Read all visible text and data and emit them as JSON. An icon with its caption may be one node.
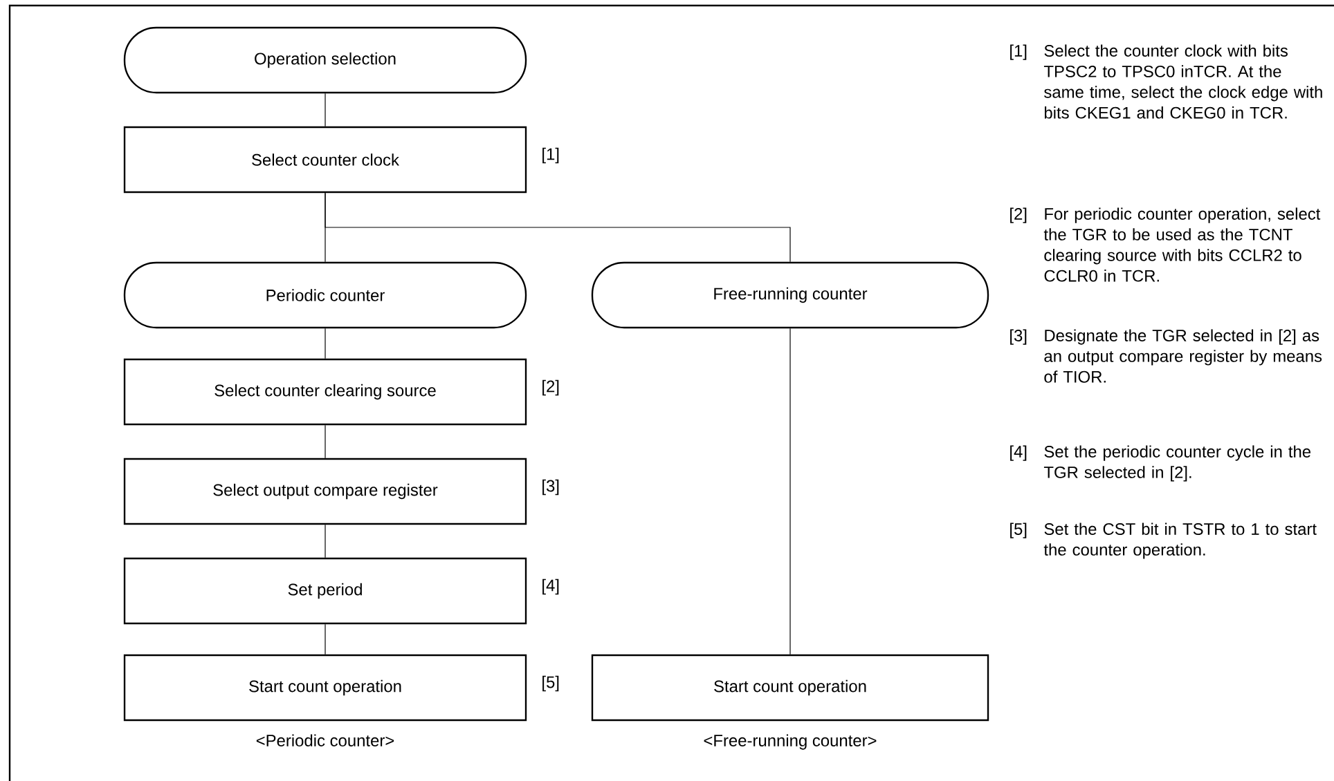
{
  "diagram": {
    "nodes": [
      {
        "text": [
          "Operation selection"
        ]
      },
      {
        "text": [
          "Select counter clock"
        ],
        "beside": [
          "[1]"
        ]
      },
      {
        "text": [
          "Periodic counter"
        ]
      },
      {
        "text": [
          "Free-running counter"
        ]
      },
      {
        "text": [
          "Select counter clearing source"
        ],
        "beside": [
          "[2]"
        ]
      },
      {
        "text": [
          "Select output compare register"
        ],
        "beside": [
          "[3]"
        ]
      },
      {
        "text": [
          "Set period"
        ],
        "beside": [
          "[4]"
        ]
      },
      {
        "text": [
          "Start count operation"
        ],
        "beside": [
          "[5]"
        ]
      },
      {
        "text": [
          "Start count operation"
        ]
      }
    ],
    "edges": [
      {
        "from": 0,
        "to": 1,
        "arrow": "none"
      },
      {
        "from": 1,
        "to": 2,
        "arrow": "none"
      },
      {
        "from": 1,
        "to": 3,
        "arrow": "none"
      },
      {
        "from": 2,
        "to": 4,
        "arrow": "none"
      },
      {
        "from": 4,
        "to": 5,
        "arrow": "none"
      },
      {
        "from": 5,
        "to": 6,
        "arrow": "none"
      },
      {
        "from": 6,
        "to": 7,
        "arrow": "none"
      },
      {
        "from": 3,
        "to": 8,
        "arrow": "none"
      }
    ],
    "labels": [
      "[1]",
      "Select the counter clock with bits TPSC2 to TPSC0 inTCR. At the same time, select the clock edge with bits CKEG1 and CKEG0 in TCR.",
      "[2]",
      "For periodic counter operation, select the TGR to be used as the TCNT clearing source with bits CCLR2 to CCLR0 in TCR.",
      "[3]",
      "Designate the TGR selected in [2] as an output compare register by means of TIOR.",
      "[4]",
      "Set the periodic counter cycle in the TGR selected in [2].",
      "[5]",
      "Set the CST bit in TSTR to 1 to start the counter operation.",
      "<Periodic  counter>",
      "<Free-running counter>"
    ]
  }
}
